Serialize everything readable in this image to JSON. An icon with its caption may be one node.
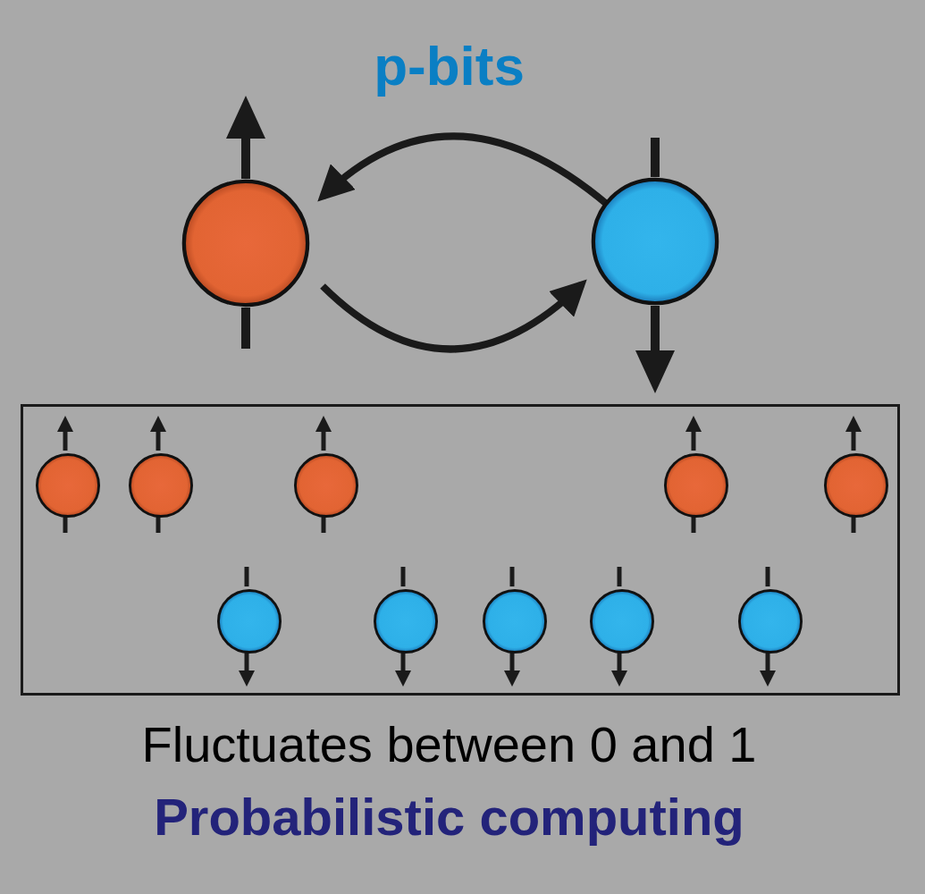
{
  "diagram": {
    "title": "p-bits",
    "nodes": [
      {
        "text": [],
        "shape": "circle"
      },
      {
        "text": [],
        "shape": "circle"
      },
      {
        "text": [],
        "shape": "box"
      },
      {
        "text": [],
        "shape": "circle",
        "in": 2
      },
      {
        "text": [],
        "shape": "circle",
        "in": 2
      },
      {
        "text": [],
        "shape": "circle",
        "in": 2
      },
      {
        "text": [],
        "shape": "circle",
        "in": 2
      },
      {
        "text": [],
        "shape": "circle",
        "in": 2
      },
      {
        "text": [],
        "shape": "circle",
        "in": 2
      },
      {
        "text": [],
        "shape": "circle",
        "in": 2
      },
      {
        "text": [],
        "shape": "circle",
        "in": 2
      },
      {
        "text": [],
        "shape": "circle",
        "in": 2
      },
      {
        "text": [],
        "shape": "circle",
        "in": 2
      }
    ],
    "edges": [
      {
        "from": 1,
        "to": 0,
        "arrow": "to"
      },
      {
        "from": 0,
        "to": 1,
        "arrow": "to"
      }
    ],
    "labels": [
      "Fluctuates between 0 and 1",
      "Probabilistic computing"
    ]
  }
}
